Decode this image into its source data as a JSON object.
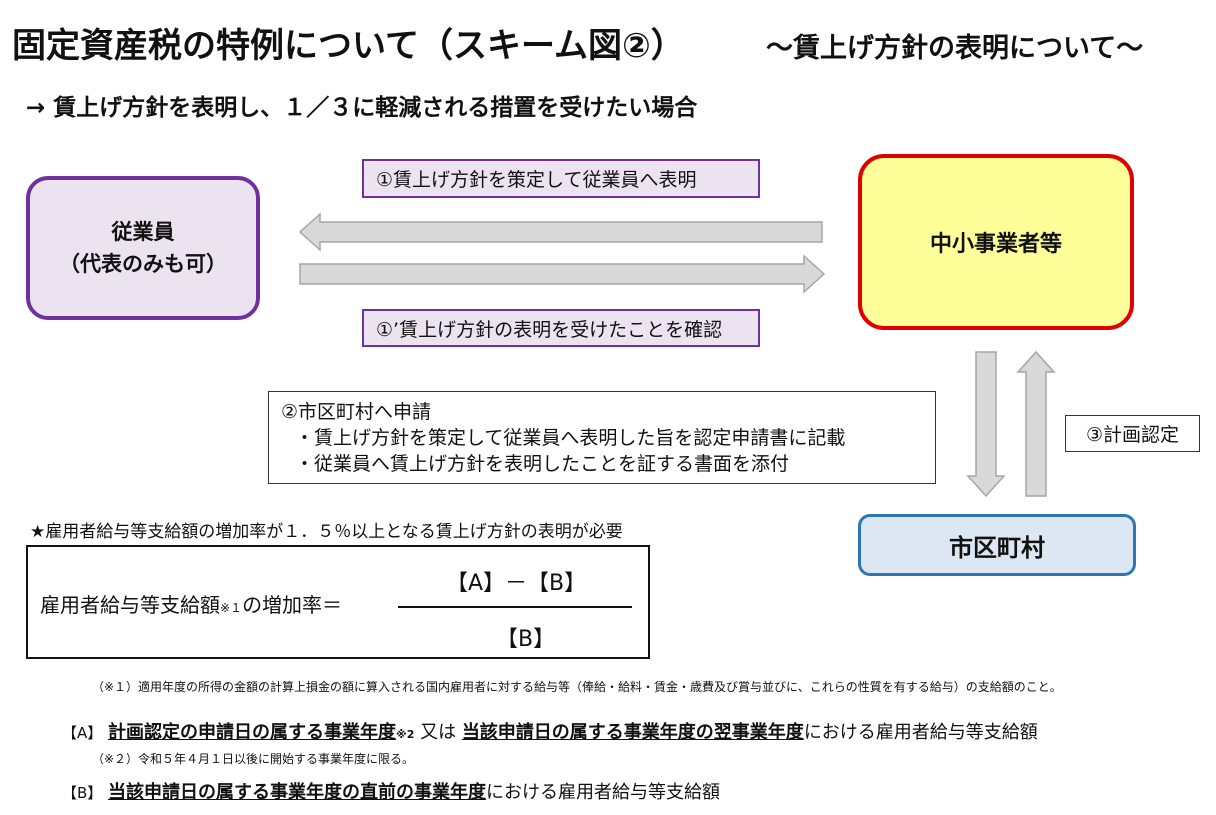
{
  "header": {
    "title": "固定資産税の特例について（スキーム図②）",
    "subtitle": "～賃上げ方針の表明について～",
    "lead": "→ 賃上げ方針を表明し、１／３に軽減される措置を受けたい場合"
  },
  "diagram": {
    "employee_line1": "従業員",
    "employee_line2": "（代表のみも可）",
    "sme": "中小事業者等",
    "city": "市区町村",
    "step1": "①賃上げ方針を策定して従業員へ表明",
    "step1_prime": "①’賃上げ方針の表明を受けたことを確認",
    "step2_title": "②市区町村へ申請",
    "step2_item1": "・賃上げ方針を策定して従業員へ表明した旨を認定申請書に記載",
    "step2_item2": "・従業員へ賃上げ方針を表明したことを証する書面を添付",
    "step3": "③計画認定",
    "colors": {
      "purple": "#7030a0",
      "purple_fill": "#ece3f1",
      "red": "#e00000",
      "yellow_fill": "#ffff99",
      "blue": "#2e75b6",
      "blue_fill": "#dde7f3",
      "arrow_fill": "#d9d9d9",
      "arrow_stroke": "#a6a6a6"
    }
  },
  "requirement": {
    "star_note": "★雇用者給与等支給額の増加率が１．５％以上となる賃上げ方針の表明が必要",
    "formula_left": "雇用者給与等支給額",
    "formula_left_mark": "※１",
    "formula_left_suffix": "の増加率＝",
    "numerator": "【A】－【B】",
    "denominator": "【B】"
  },
  "notes": {
    "note1": "（※１）適用年度の所得の金額の計算上損金の額に算入される国内雇用者に対する給与等（俸給・給料・賃金・歳費及び賞与並びに、これらの性質を有する給与）の支給額のこと。",
    "defA_tag": "【A】",
    "defA_u1": "計画認定の申請日の属する事業年度",
    "defA_mark": "※2",
    "defA_mid": " 又は ",
    "defA_u2": "当該申請日の属する事業年度の翌事業年度",
    "defA_tail": "における雇用者給与等支給額",
    "note2": "（※２）令和５年４月１日以後に開始する事業年度に限る。",
    "defB_tag": "【B】",
    "defB_u": "当該申請日の属する事業年度の直前の事業年度",
    "defB_tail": "における雇用者給与等支給額"
  }
}
